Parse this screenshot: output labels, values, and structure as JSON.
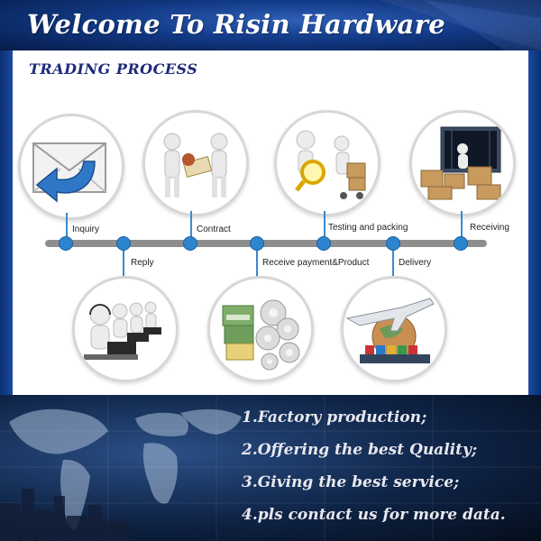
{
  "banner": {
    "title": "Welcome To Risin Hardware"
  },
  "section": {
    "title": "TRADING PROCESS"
  },
  "steps": {
    "inquiry": "Inquiry",
    "reply": "Reply",
    "contract": "Contract",
    "receive_payment": "Receive payment&Product",
    "testing": "Testing and packing",
    "delivery": "Delivery",
    "receiving": "Receiving"
  },
  "icons": {
    "inquiry": "envelope-arrow-icon",
    "reply": "call-center-operators-icon",
    "contract": "handshake-deal-icon",
    "payment": "money-and-gears-icon",
    "testing": "magnifier-inspection-icon",
    "delivery": "plane-ship-globe-icon",
    "receiving": "container-boxes-icon"
  },
  "colors": {
    "banner": "#123a86",
    "title_text": "#1e2a7a",
    "timeline": "#8e8e8e",
    "dot": "#2d84cf",
    "bottom_bg": "#0e2345",
    "bullet_text": "#e8e8ee"
  },
  "benefits": [
    "1.Factory production;",
    "2.Offering the best Quality;",
    "3.Giving the best service;",
    "4.pls contact us for more data."
  ]
}
